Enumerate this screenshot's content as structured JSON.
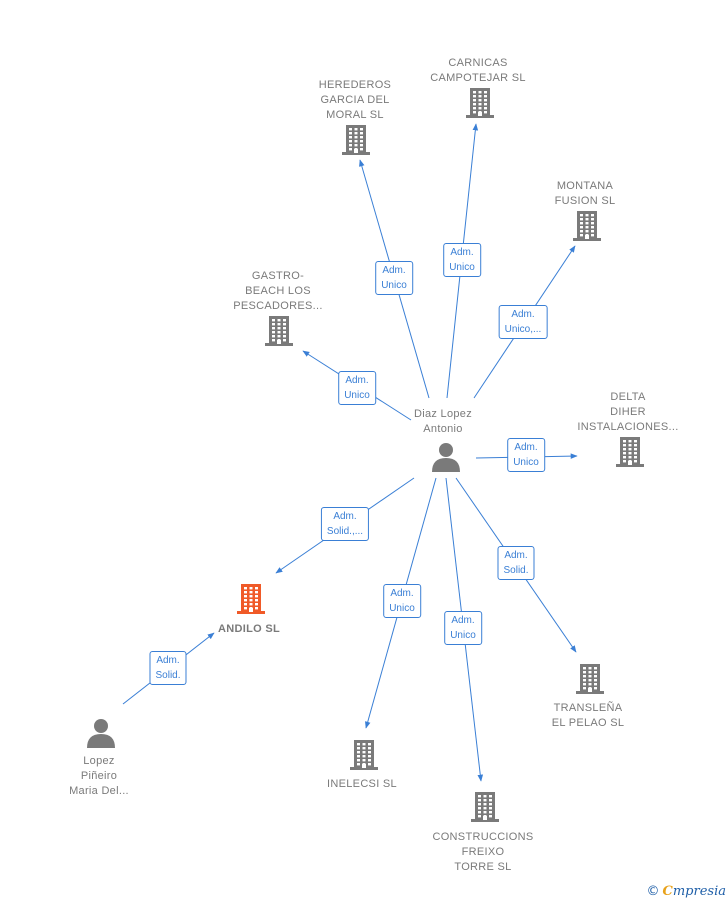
{
  "colors": {
    "edge": "#3a7fd5",
    "company": "#7a7a7a",
    "highlight": "#f05a28",
    "person": "#7a7a7a",
    "text": "#7a7a7a"
  },
  "nodes": [
    {
      "id": "herederos",
      "type": "company",
      "label": "HEREDEROS\nGARCIA DEL\nMORAL SL"
    },
    {
      "id": "carnicas",
      "type": "company",
      "label": "CARNICAS\nCAMPOTEJAR SL"
    },
    {
      "id": "montana",
      "type": "company",
      "label": "MONTANA\nFUSION  SL"
    },
    {
      "id": "gastro",
      "type": "company",
      "label": "GASTRO-\nBEACH LOS\nPESCADORES..."
    },
    {
      "id": "delta",
      "type": "company",
      "label": "DELTA\nDIHER\nINSTALACIONES..."
    },
    {
      "id": "diaz",
      "type": "person",
      "label": "Diaz Lopez\nAntonio"
    },
    {
      "id": "andilo",
      "type": "company-highlight",
      "label": "ANDILO  SL"
    },
    {
      "id": "translena",
      "type": "company",
      "label": "TRANSLEÑA\nEL PELAO  SL"
    },
    {
      "id": "lopez",
      "type": "person",
      "label": "Lopez\nPiñeiro\nMaria Del..."
    },
    {
      "id": "inelecsi",
      "type": "company",
      "label": "INELECSI SL"
    },
    {
      "id": "construcciones",
      "type": "company",
      "label": "CONSTRUCCIONS\nFREIXO\nTORRE SL"
    }
  ],
  "edges": [
    {
      "from": "diaz",
      "to": "herederos",
      "label": "Adm.\nUnico"
    },
    {
      "from": "diaz",
      "to": "carnicas",
      "label": "Adm.\nUnico"
    },
    {
      "from": "diaz",
      "to": "montana",
      "label": "Adm.\nUnico,..."
    },
    {
      "from": "diaz",
      "to": "gastro",
      "label": "Adm.\nUnico"
    },
    {
      "from": "diaz",
      "to": "delta",
      "label": "Adm.\nUnico"
    },
    {
      "from": "diaz",
      "to": "andilo",
      "label": "Adm.\nSolid.,..."
    },
    {
      "from": "diaz",
      "to": "translena",
      "label": "Adm.\nSolid."
    },
    {
      "from": "diaz",
      "to": "inelecsi",
      "label": "Adm.\nUnico"
    },
    {
      "from": "diaz",
      "to": "construcciones",
      "label": "Adm.\nUnico"
    },
    {
      "from": "lopez",
      "to": "andilo",
      "label": "Adm.\nSolid."
    }
  ],
  "footer": {
    "copyright": "©",
    "brand_first": "C",
    "brand_rest": "mpresia"
  }
}
